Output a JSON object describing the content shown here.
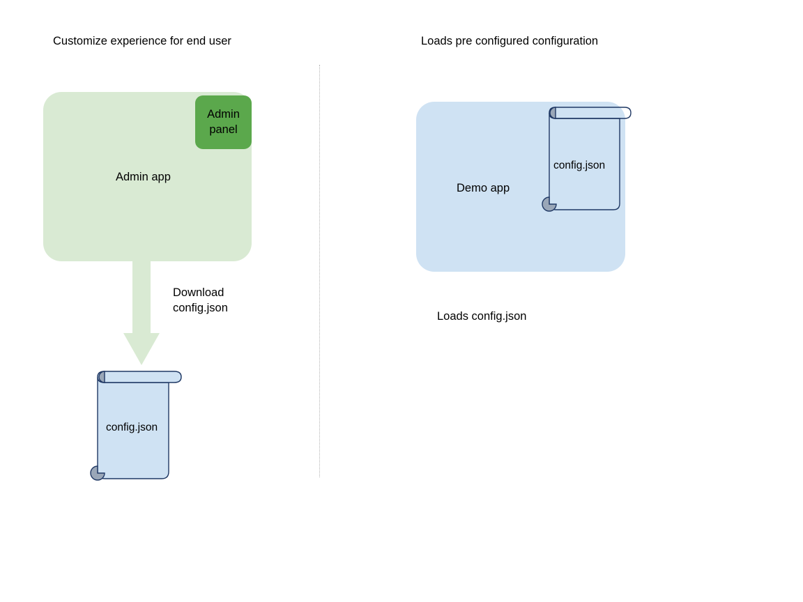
{
  "diagram": {
    "columns": [
      {
        "heading": "Customize experience for end user",
        "app_label": "Admin app",
        "panel_label": "Admin panel",
        "arrow_label": "Download\nconfig.json",
        "document_label": "config.json"
      },
      {
        "heading": "Loads pre configured configuration",
        "app_label": "Demo app",
        "document_label": "config.json",
        "caption": "Loads config.json"
      }
    ],
    "icons": {
      "document_scroll": "scroll-document-icon",
      "arrow": "down-arrow-icon",
      "divider": "dotted-vertical-divider"
    },
    "colors": {
      "admin_app_fill": "#d9ead3",
      "admin_panel_fill": "#5ba84c",
      "demo_app_fill": "#cfe2f3",
      "document_fill": "#cfe2f3",
      "document_stroke": "#1f3864",
      "document_curl": "#9aa7b8",
      "arrow_fill": "#d9ead3",
      "divider_color": "#b3b3b3",
      "text_color": "#000000"
    }
  }
}
